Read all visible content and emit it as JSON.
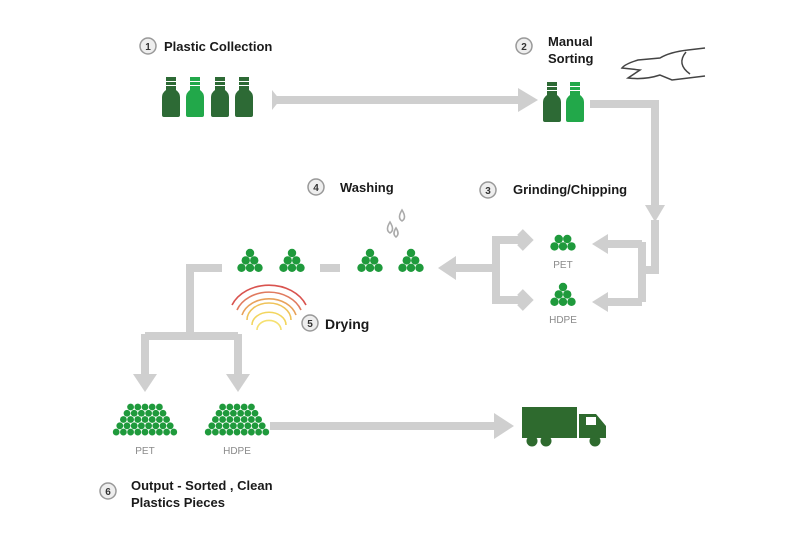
{
  "steps": [
    {
      "number": "1",
      "label": "Plastic Collection"
    },
    {
      "number": "2",
      "label_line1": "Manual",
      "label_line2": "Sorting"
    },
    {
      "number": "3",
      "label": "Grinding/Chipping"
    },
    {
      "number": "4",
      "label": "Washing"
    },
    {
      "number": "5",
      "label": "Drying"
    },
    {
      "number": "6",
      "label_line1": "Output - Sorted , Clean",
      "label_line2": "Plastics Pieces"
    }
  ],
  "materials": {
    "pet": "PET",
    "hdpe": "HDPE"
  },
  "icons": [
    "bottle-icon",
    "hand-icon",
    "water-drops-icon",
    "heat-waves-icon",
    "plastic-chips-icon",
    "truck-icon"
  ],
  "colors": {
    "dark_green": "#2d6a35",
    "light_green": "#22a84a",
    "chip_green": "#1f9a3c",
    "arrow_gray": "#cfcfcf",
    "truck": "#2e6a2e"
  }
}
